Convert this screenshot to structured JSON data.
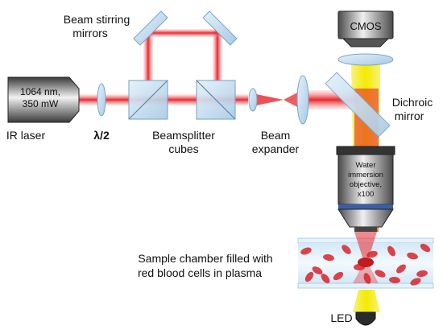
{
  "labels": {
    "laser_spec_line1": "1064 nm,",
    "laser_spec_line2": "350 mW",
    "laser_name": "IR laser",
    "half_wave_plate": "λ/2",
    "stirring_mirrors_line1": "Beam stirring",
    "stirring_mirrors_line2": "mirrors",
    "beamsplitter_line1": "Beamsplitter",
    "beamsplitter_line2": "cubes",
    "expander_line1": "Beam",
    "expander_line2": "expander",
    "camera": "CMOS",
    "dichroic_line1": "Dichroic",
    "dichroic_line2": "mirror",
    "objective_line1": "Water",
    "objective_line2": "immersion",
    "objective_line3": "objective,",
    "objective_line4": "x100",
    "sample_line1": "Sample chamber filled with",
    "sample_line2": "red blood cells in plasma",
    "led": "LED"
  },
  "colors": {
    "laser_beam": "#e8262c",
    "visible_beam": "#f6ef1c",
    "optic_glass": "#c7dff0",
    "optic_edge": "#7aa6c8",
    "metal_dark": "#2e2e2e",
    "metal_light": "#bdbdbd",
    "objective_band": "#3b5ea8",
    "blood_cell": "#d7232a",
    "plasma": "#e3f0fa"
  },
  "icons": {
    "laser": "laser-head-icon",
    "camera": "cmos-camera-icon",
    "led": "led-bulb-icon"
  }
}
